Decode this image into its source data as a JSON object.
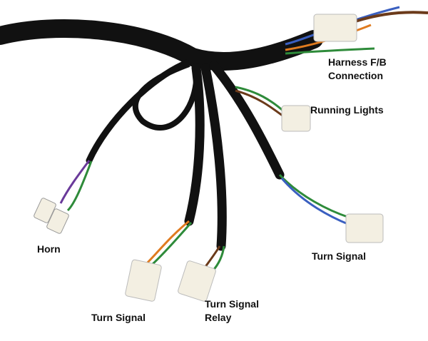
{
  "labels": {
    "harness_line1": "Harness F/B",
    "harness_line2": "Connection",
    "running_lights": "Running Lights",
    "horn": "Horn",
    "turn_signal_right": "Turn Signal",
    "turn_signal_left": "Turn Signal",
    "relay_line1": "Turn Signal",
    "relay_line2": "Relay"
  },
  "colors": {
    "cable": "#111111",
    "connector": "#f3efe2",
    "wire_green": "#2e8b3a",
    "wire_blue": "#3a5fc0",
    "wire_orange": "#e07b1f",
    "wire_brown": "#6b3a1a",
    "wire_purple": "#6a3a9a"
  }
}
